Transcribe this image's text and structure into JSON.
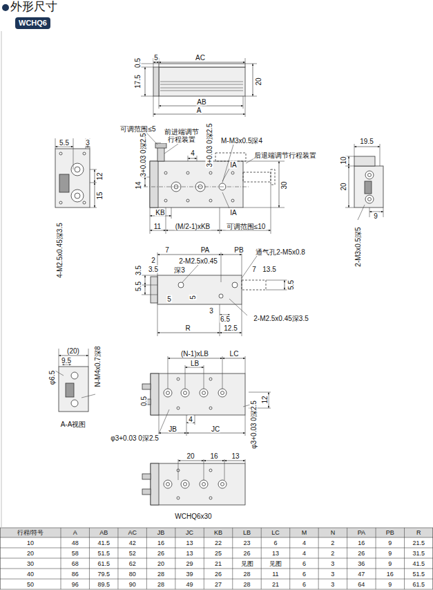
{
  "diagram": {
    "title": "外形尺寸",
    "nodes": [
      {
        "text": [
          "WCHQ6"
        ]
      }
    ],
    "labels": [
      "0.5",
      "17.5",
      "5",
      "AC",
      "20",
      "AB",
      "A",
      "可调范围≤5",
      "前进端调节 行程装置",
      "M-M3x0.5深4",
      "后退端调节行程装置",
      "3+0.03 0深2.5",
      "4",
      "3+0.03 0深2.5",
      "14",
      "30",
      "IA",
      "IA",
      "KB",
      "11",
      "(M/2-1)xKB",
      "可调范围≤10",
      "5.5",
      "3",
      "12",
      "15",
      "4-M2.5x0.45深3.5",
      "19.5",
      "10",
      "20",
      "9",
      "2-M3x0.5深5",
      "7",
      "PA",
      "PB",
      "通气孔2-M5x0.8",
      "2",
      "2-M2.5x0.45",
      "3.5",
      "深3",
      "7",
      "13.5",
      "3.5",
      "5.5",
      "5",
      "5.5",
      "5",
      "3",
      "6.5",
      "2-M2.5x0.45深3.5",
      "R",
      "12.5",
      "(20)",
      "9.5",
      "N-M4x0.7深8",
      "φ6.5",
      "A-A视图",
      "(N-1)xLB",
      "LB",
      "LC",
      "0.5",
      "12",
      "4",
      "JB",
      "JC",
      "φ3+0.03 0深2.5",
      "φ3+0.03 0深2.5",
      "20",
      "16",
      "13",
      "WCHQ6x30",
      "行程/符号",
      "A",
      "AB",
      "AC",
      "JB",
      "JC",
      "KB",
      "LB",
      "LC",
      "M",
      "N",
      "PA",
      "PB",
      "R",
      "10",
      "48",
      "41.5",
      "42",
      "16",
      "13",
      "22",
      "23",
      "6",
      "4",
      "2",
      "16",
      "9",
      "21.5",
      "20",
      "58",
      "51.5",
      "52",
      "26",
      "13",
      "25",
      "26",
      "13",
      "4",
      "2",
      "26",
      "9",
      "31.5",
      "30",
      "68",
      "61.5",
      "62",
      "20",
      "29",
      "21",
      "见图",
      "见图",
      "6",
      "3",
      "36",
      "9",
      "41.5",
      "40",
      "86",
      "79.5",
      "80",
      "28",
      "39",
      "26",
      "28",
      "11",
      "6",
      "3",
      "47",
      "16",
      "51.5",
      "50",
      "96",
      "89.5",
      "90",
      "28",
      "49",
      "27",
      "28",
      "21",
      "6",
      "3",
      "64",
      "9",
      "61.5"
    ]
  }
}
